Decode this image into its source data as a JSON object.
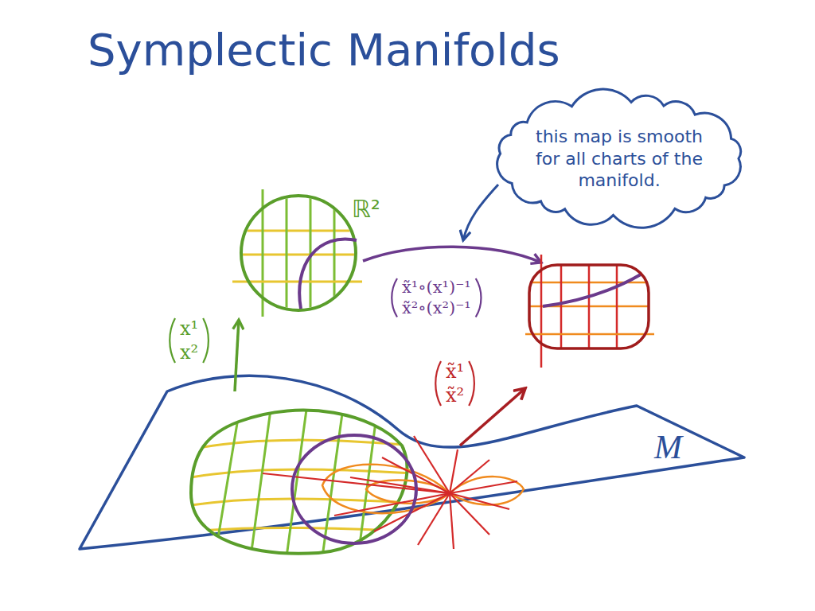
{
  "diagram": {
    "title": "Symplectic Manifolds",
    "nodes": [
      {
        "text": [
          "this map is smooth for all charts of the manifold."
        ]
      }
    ],
    "labels": [
      "ℝ²",
      "x¹ x²",
      "x̃¹∘(x¹)⁻¹ x̃²∘(x²)⁻¹",
      "x̃¹ x̃²",
      "M"
    ]
  }
}
